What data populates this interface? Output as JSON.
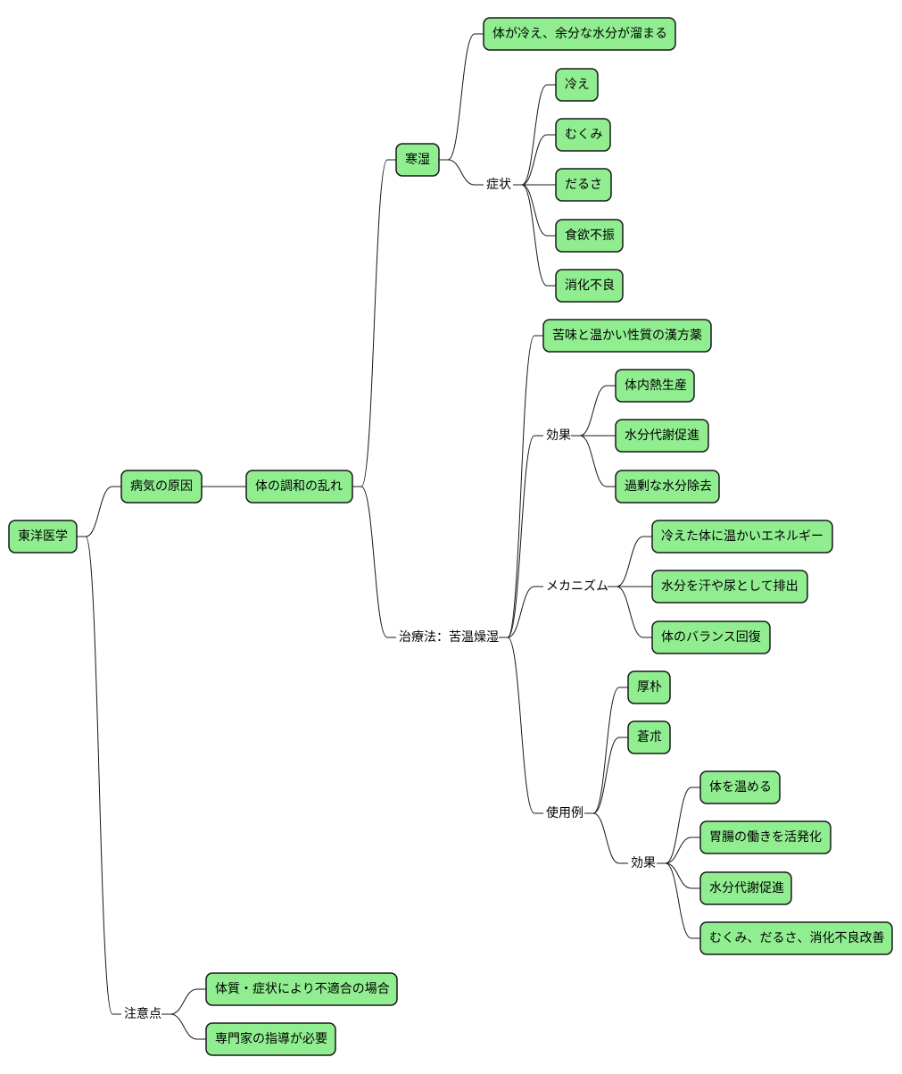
{
  "mindmap": {
    "root": "東洋医学",
    "cause": "病気の原因",
    "imbalance": "体の調和の乱れ",
    "cold_damp": "寒湿",
    "cold_damp_desc": "体が冷え、余分な水分が溜まる",
    "symptoms_label": "症状",
    "symptoms": [
      "冷え",
      "むくみ",
      "だるさ",
      "食欲不振",
      "消化不良"
    ],
    "treatment": "治療法：苦温燥湿",
    "treatment_desc": "苦味と温かい性質の漢方薬",
    "effect_label": "効果",
    "effects": [
      "体内熱生産",
      "水分代謝促進",
      "過剰な水分除去"
    ],
    "mechanism_label": "メカニズム",
    "mechanisms": [
      "冷えた体に温かいエネルギー",
      "水分を汗や尿として排出",
      "体のバランス回復"
    ],
    "usage_label": "使用例",
    "herbs": [
      "厚朴",
      "蒼朮"
    ],
    "usage_effect_label": "効果",
    "usage_effects": [
      "体を温める",
      "胃腸の働きを活発化",
      "水分代謝促進",
      "むくみ、だるさ、消化不良改善"
    ],
    "caution_label": "注意点",
    "cautions": [
      "体質・症状により不適合の場合",
      "専門家の指導が必要"
    ]
  }
}
